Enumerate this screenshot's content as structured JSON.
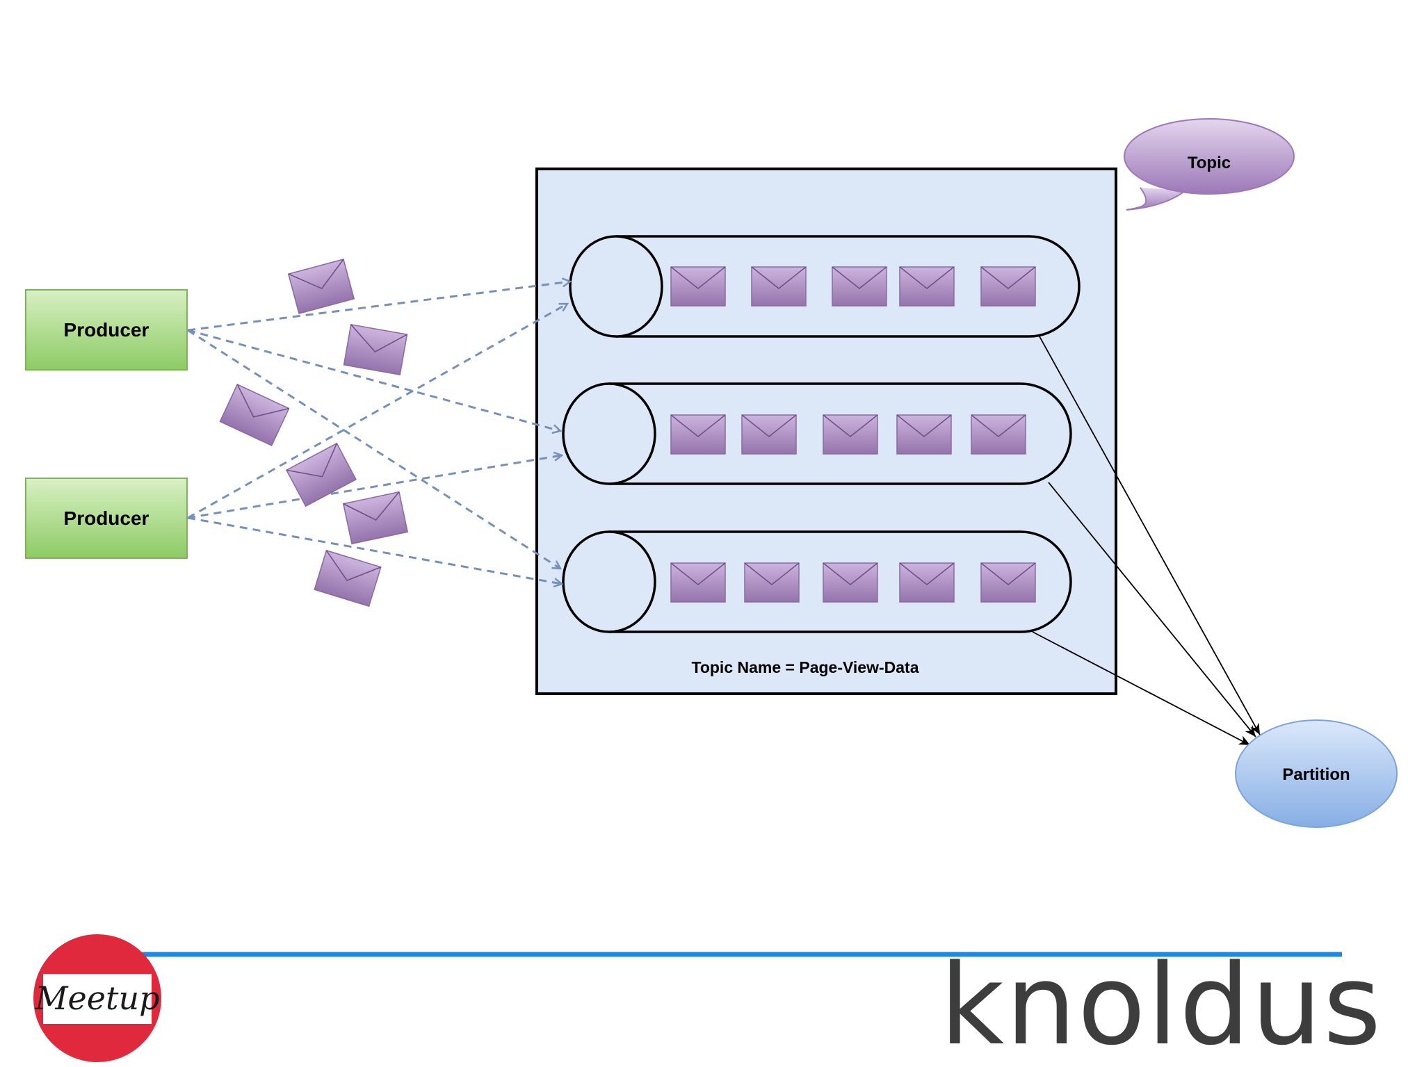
{
  "producers": [
    {
      "label": "Producer"
    },
    {
      "label": "Producer"
    }
  ],
  "topic_callout": {
    "label": "Topic"
  },
  "partition_bubble": {
    "label": "Partition"
  },
  "topic_name": "Topic Name = Page-View-Data",
  "partitions_count": 3,
  "messages_per_partition": [
    5,
    5,
    5
  ],
  "colors": {
    "producer_fill": "#9fd37a",
    "topic_box_fill": "#dce8f8",
    "envelope_fill": "#a888bf",
    "arrow_dashed": "#7691b8",
    "partition_bubble_fill": "#a9c4ea",
    "topic_callout_fill": "#b69ac9",
    "footer_line": "#1e88e5",
    "meetup_red": "#e0293d",
    "knoldus_o": "#1f4e8c"
  },
  "footer": {
    "meetup_logo_text": "Meetup",
    "brand": "knoldus"
  }
}
